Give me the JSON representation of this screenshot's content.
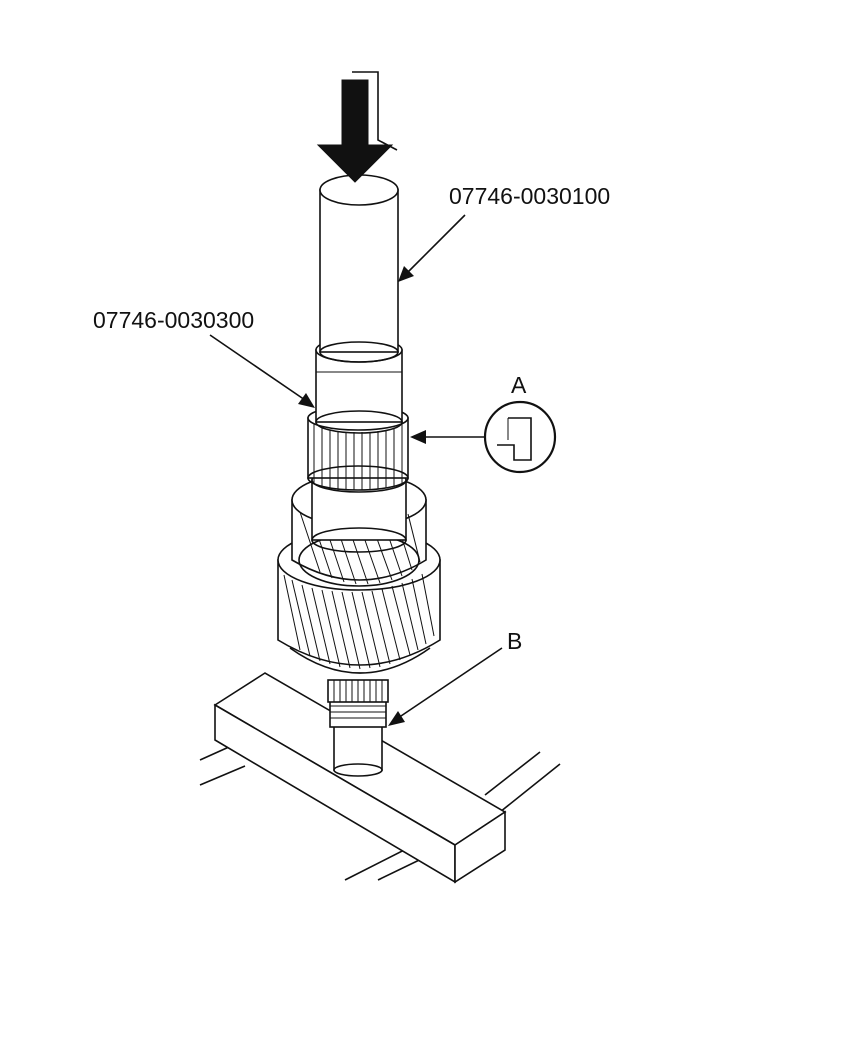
{
  "labels": {
    "tool_top": "07746-0030100",
    "tool_mid": "07746-0030300",
    "detail_a": "A",
    "part_b": "B"
  },
  "colors": {
    "line": "#111111",
    "background": "#ffffff"
  },
  "icons": {
    "press_arrow": "down-arrow-icon",
    "detail_circle": "magnifier-detail-icon"
  }
}
